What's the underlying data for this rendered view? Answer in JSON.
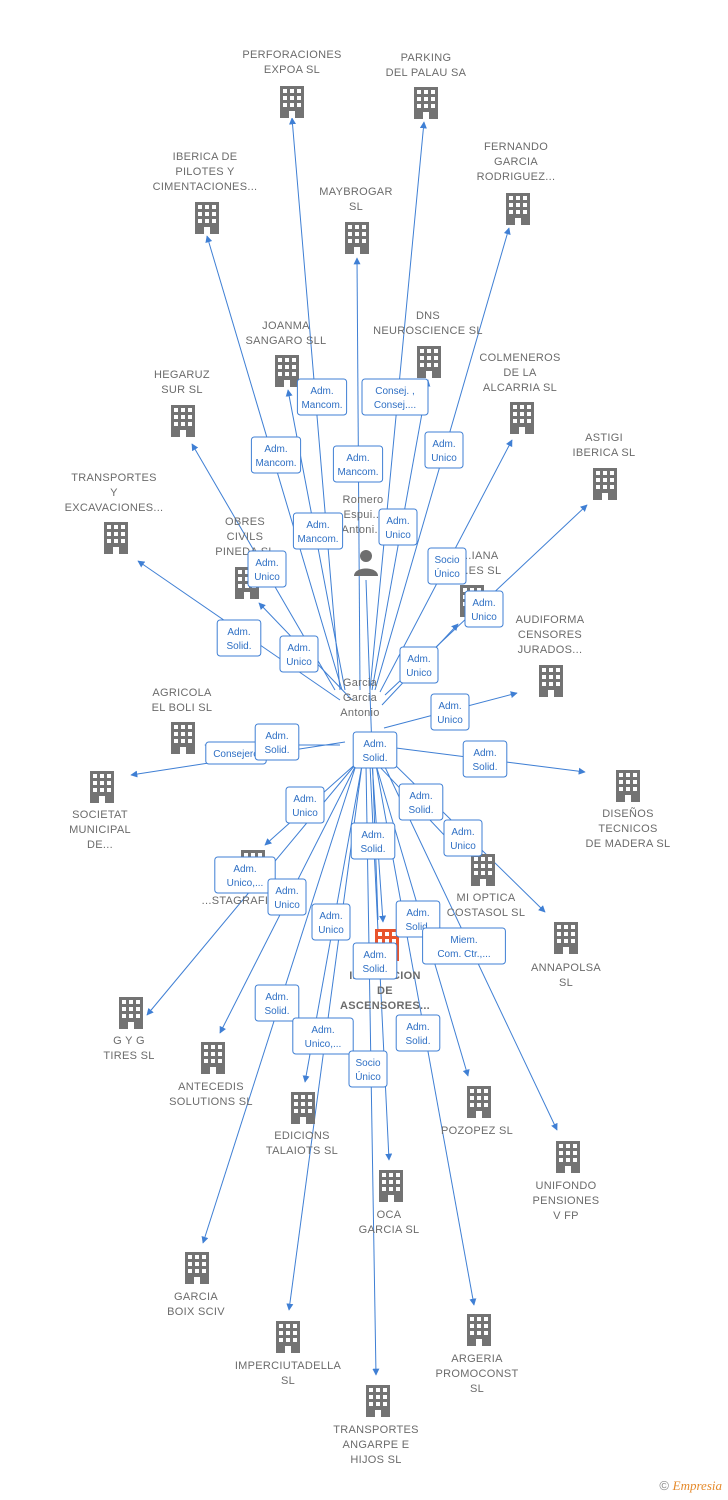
{
  "colors": {
    "edge": "#3f7fd4",
    "building": "#737373",
    "center_building": "#e8542c",
    "person": "#6e6e6e"
  },
  "footer": {
    "copyright": "©",
    "brand": "Empresia"
  },
  "persons": [
    {
      "id": "p1",
      "label": [
        "Romero",
        "Espui...",
        "Antoni..."
      ]
    },
    {
      "id": "p2",
      "label": [
        "Garcia",
        "Garcia",
        "Antonio"
      ]
    }
  ],
  "companies": [
    {
      "id": "c1",
      "label": [
        "PERFORACIONES",
        "EXPOA SL"
      ],
      "icon": "building-icon"
    },
    {
      "id": "c2",
      "label": [
        "PARKING",
        "DEL PALAU SA"
      ],
      "icon": "building-icon"
    },
    {
      "id": "c3",
      "label": [
        "IBERICA DE",
        "PILOTES Y",
        "CIMENTACIONES..."
      ],
      "icon": "building-icon"
    },
    {
      "id": "c4",
      "label": [
        "FERNANDO",
        "GARCIA",
        "RODRIGUEZ..."
      ],
      "icon": "building-icon"
    },
    {
      "id": "c5",
      "label": [
        "MAYBROGAR",
        "SL"
      ],
      "icon": "building-icon"
    },
    {
      "id": "c6",
      "label": [
        "DNS",
        "NEUROSCIENCE SL"
      ],
      "icon": "building-icon"
    },
    {
      "id": "c7",
      "label": [
        "JOANMA",
        "SANGARO SLL"
      ],
      "icon": "building-icon"
    },
    {
      "id": "c8",
      "label": [
        "COLMENEROS",
        "DE LA",
        "ALCARRIA SL"
      ],
      "icon": "building-icon"
    },
    {
      "id": "c9",
      "label": [
        "HEGARUZ",
        "SUR SL"
      ],
      "icon": "building-icon"
    },
    {
      "id": "c10",
      "label": [
        "ASTIGI",
        "IBERICA SL"
      ],
      "icon": "building-icon"
    },
    {
      "id": "c11",
      "label": [
        "TRANSPORTES",
        "Y",
        "EXCAVACIONES..."
      ],
      "icon": "building-icon"
    },
    {
      "id": "c12",
      "label": [
        "OBRES",
        "CIVILS",
        "PINEDA SL"
      ],
      "icon": "building-icon"
    },
    {
      "id": "c13",
      "label": [
        "...IANA",
        "...ES SL"
      ],
      "icon": "building-icon"
    },
    {
      "id": "c14",
      "label": [
        "AUDIFORMA",
        "CENSORES",
        "JURADOS..."
      ],
      "icon": "building-icon"
    },
    {
      "id": "c15",
      "label": [
        "AGRICOLA",
        "EL BOLI SL"
      ],
      "icon": "building-icon"
    },
    {
      "id": "c16",
      "label": [
        "SOCIETAT",
        "MUNICIPAL",
        "DE..."
      ],
      "icon": "building-icon"
    },
    {
      "id": "c17",
      "label": [
        "DISEÑOS",
        "TECNICOS",
        "DE MADERA SL"
      ],
      "icon": "building-icon"
    },
    {
      "id": "c18",
      "label": [
        "MI OPTICA",
        "COSTASOL SL"
      ],
      "icon": "building-icon"
    },
    {
      "id": "c19",
      "label": [
        "...STAGRAFI..."
      ],
      "icon": "building-icon"
    },
    {
      "id": "c20",
      "label": [
        "ANNAPOLSA",
        "SL"
      ],
      "icon": "building-icon"
    },
    {
      "id": "c21",
      "label": [
        "INSPECCION",
        "DE",
        "ASCENSORES..."
      ],
      "icon": "building-icon"
    },
    {
      "id": "c22",
      "label": [
        "G Y G",
        "TIRES SL"
      ],
      "icon": "building-icon"
    },
    {
      "id": "c23",
      "label": [
        "ANTECEDIS",
        "SOLUTIONS SL"
      ],
      "icon": "building-icon"
    },
    {
      "id": "c24",
      "label": [
        "EDICIONS",
        "TALAIOTS SL"
      ],
      "icon": "building-icon"
    },
    {
      "id": "c25",
      "label": [
        "POZOPEZ SL"
      ],
      "icon": "building-icon"
    },
    {
      "id": "c26",
      "label": [
        "UNIFONDO",
        "PENSIONES",
        "V FP"
      ],
      "icon": "building-icon"
    },
    {
      "id": "c27",
      "label": [
        "OCA",
        "GARCIA SL"
      ],
      "icon": "building-icon"
    },
    {
      "id": "c28",
      "label": [
        "GARCIA",
        "BOIX SCIV"
      ],
      "icon": "building-icon"
    },
    {
      "id": "c29",
      "label": [
        "IMPERCIUTADELLA",
        "SL"
      ],
      "icon": "building-icon"
    },
    {
      "id": "c30",
      "label": [
        "ARGERIA",
        "PROMOCONST",
        "SL"
      ],
      "icon": "building-icon"
    },
    {
      "id": "c31",
      "label": [
        "TRANSPORTES",
        "ANGARPE E",
        "HIJOS SL"
      ],
      "icon": "building-icon"
    }
  ],
  "edges": [
    {
      "to": "c1",
      "label": [
        "Adm.",
        "Mancom."
      ]
    },
    {
      "to": "c2",
      "label": [
        "Consej. ,",
        "Consej...."
      ]
    },
    {
      "to": "c3",
      "label": [
        "Adm.",
        "Mancom."
      ]
    },
    {
      "to": "c4",
      "label": [
        "Adm.",
        "Unico"
      ]
    },
    {
      "to": "c5",
      "label": [
        "Adm.",
        "Mancom."
      ]
    },
    {
      "to": "c6",
      "label": [
        "Adm.",
        "Unico"
      ]
    },
    {
      "to": "c7",
      "label": [
        "Adm.",
        "Mancom."
      ]
    },
    {
      "to": "c8",
      "label": [
        "Socio",
        "Único"
      ]
    },
    {
      "to": "c9",
      "label": [
        "Adm.",
        "Unico"
      ]
    },
    {
      "to": "c10",
      "label": [
        "Adm.",
        "Unico"
      ]
    },
    {
      "to": "c11",
      "label": [
        "Adm.",
        "Solid."
      ]
    },
    {
      "to": "c12",
      "label": [
        "Adm.",
        "Unico"
      ]
    },
    {
      "to": "c13",
      "label": [
        "Adm.",
        "Unico"
      ]
    },
    {
      "to": "c14",
      "label": [
        "Adm.",
        "Unico"
      ]
    },
    {
      "to": "c15",
      "label": [
        "Consejero"
      ]
    },
    {
      "to": "c16",
      "label": [
        "Adm.",
        "Solid."
      ]
    },
    {
      "to": "c17",
      "label": [
        "Adm.",
        "Solid."
      ]
    },
    {
      "to": "c18",
      "label": [
        "Adm.",
        "Solid."
      ]
    },
    {
      "to": "c19",
      "label": [
        "Adm.",
        "Unico"
      ]
    },
    {
      "to": "c20",
      "label": [
        "Adm.",
        "Unico"
      ]
    },
    {
      "to": "c21",
      "label": [
        "Adm.",
        "Solid."
      ]
    },
    {
      "to": "c22",
      "label": [
        "Adm.",
        "Unico,..."
      ]
    },
    {
      "to": "c23",
      "label": [
        "Adm.",
        "Unico"
      ]
    },
    {
      "to": "c24",
      "label": [
        "Adm.",
        "Unico"
      ]
    },
    {
      "to": "c25",
      "label": [
        "Adm.",
        "Solid."
      ]
    },
    {
      "to": "c26",
      "label": [
        "Miem.",
        "Com. Ctr.,..."
      ]
    },
    {
      "to": "c27",
      "label": [
        "Adm.",
        "Solid."
      ]
    },
    {
      "to": "c28",
      "label": [
        "Adm.",
        "Solid."
      ]
    },
    {
      "to": "c29",
      "label": [
        "Adm.",
        "Unico,..."
      ]
    },
    {
      "to": "c30",
      "label": [
        "Adm.",
        "Solid."
      ]
    },
    {
      "to": "c31",
      "label": [
        "Socio",
        "Único"
      ]
    },
    {
      "to": "c32",
      "label": [
        "Adm.",
        "Solid."
      ]
    }
  ]
}
